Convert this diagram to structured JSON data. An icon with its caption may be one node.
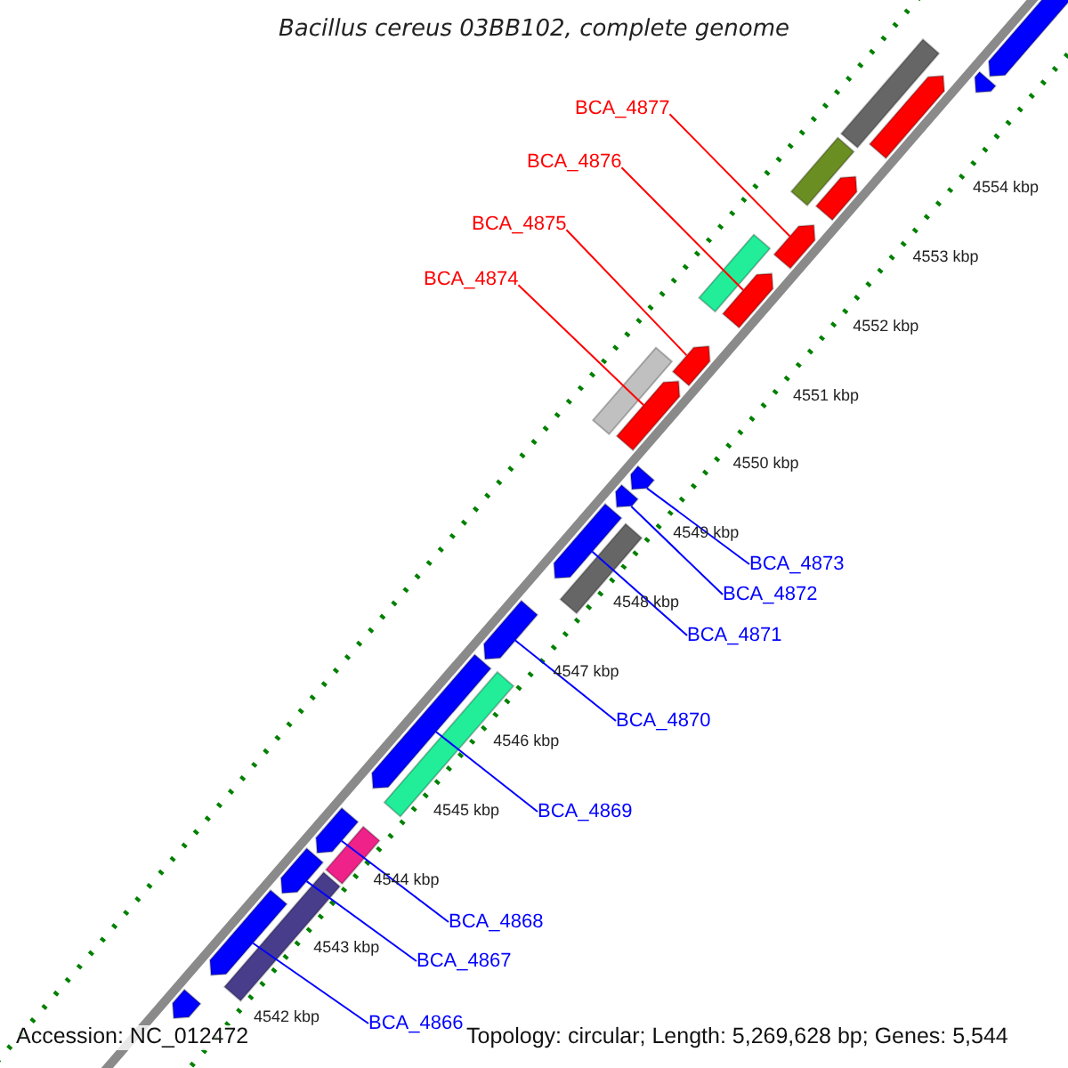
{
  "diagram": {
    "title": "Bacillus cereus 03BB102, complete genome",
    "nodes": [
      {
        "text": [
          "BCA_4877"
        ]
      },
      {
        "text": [
          "BCA_4876"
        ]
      },
      {
        "text": [
          "BCA_4875"
        ]
      },
      {
        "text": [
          "BCA_4874"
        ]
      },
      {
        "text": [
          "BCA_4873"
        ]
      },
      {
        "text": [
          "BCA_4872"
        ]
      },
      {
        "text": [
          "BCA_4871"
        ]
      },
      {
        "text": [
          "BCA_4870"
        ]
      },
      {
        "text": [
          "BCA_4869"
        ]
      },
      {
        "text": [
          "BCA_4868"
        ]
      },
      {
        "text": [
          "BCA_4867"
        ]
      },
      {
        "text": [
          "BCA_4866"
        ]
      },
      {
        "text": [],
        "shape": "arrow"
      },
      {
        "text": [],
        "shape": "arrow"
      },
      {
        "text": [],
        "shape": "bar"
      },
      {
        "text": [],
        "shape": "arrow"
      },
      {
        "text": [],
        "shape": "bar"
      },
      {
        "text": [],
        "shape": "arrow"
      },
      {
        "text": [],
        "shape": "arrow"
      },
      {
        "text": [],
        "shape": "bar"
      },
      {
        "text": [],
        "shape": "arrow"
      },
      {
        "text": [],
        "shape": "arrow"
      },
      {
        "text": [],
        "shape": "bar"
      },
      {
        "text": [],
        "shape": "arrow"
      },
      {
        "text": [],
        "shape": "arrow"
      },
      {
        "text": [],
        "shape": "arrow"
      },
      {
        "text": [],
        "shape": "arrow"
      },
      {
        "text": [],
        "shape": "bar"
      },
      {
        "text": [],
        "shape": "arrow"
      },
      {
        "text": [],
        "shape": "arrow"
      },
      {
        "text": [],
        "shape": "bar"
      },
      {
        "text": [],
        "shape": "arrow"
      },
      {
        "text": [],
        "shape": "bar"
      },
      {
        "text": [],
        "shape": "arrow"
      },
      {
        "text": [],
        "shape": "bar"
      },
      {
        "text": [],
        "shape": "arrow"
      },
      {
        "text": [],
        "shape": "arrow"
      }
    ],
    "edges": [
      {
        "from": 0,
        "to": 18,
        "arrow": "none",
        "color": "#ff0000"
      },
      {
        "from": 1,
        "to": 20,
        "arrow": "none",
        "color": "#ff0000"
      },
      {
        "from": 2,
        "to": 21,
        "arrow": "none",
        "color": "#ff0000"
      },
      {
        "from": 3,
        "to": 23,
        "arrow": "none",
        "color": "#ff0000"
      },
      {
        "from": 4,
        "to": 24,
        "arrow": "none"
      },
      {
        "from": 5,
        "to": 25,
        "arrow": "none"
      },
      {
        "from": 6,
        "to": 26,
        "arrow": "none"
      },
      {
        "from": 7,
        "to": 28,
        "arrow": "none"
      },
      {
        "from": 8,
        "to": 29,
        "arrow": "none"
      },
      {
        "from": 9,
        "to": 31,
        "arrow": "none"
      },
      {
        "from": 10,
        "to": 33,
        "arrow": "none"
      },
      {
        "from": 11,
        "to": 35,
        "arrow": "none"
      }
    ],
    "labels": [
      "4554 kbp",
      "4553 kbp",
      "4552 kbp",
      "4551 kbp",
      "4550 kbp",
      "4549 kbp",
      "4548 kbp",
      "4547 kbp",
      "4546 kbp",
      "4545 kbp",
      "4544 kbp",
      "4543 kbp",
      "4542 kbp",
      "Accession: NC_012472",
      "Topology: circular; Length: 5,269,628 bp; Genes: 5,544"
    ]
  }
}
